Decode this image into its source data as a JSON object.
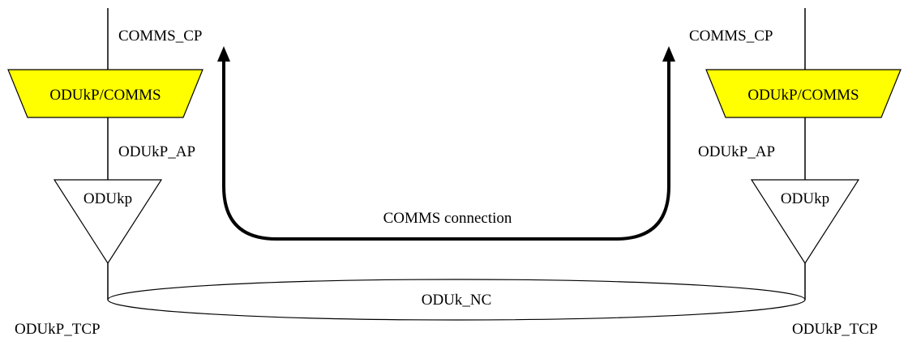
{
  "left_stack": {
    "upper_label": "COMMS_CP",
    "adaptation_label": "ODUkP/COMMS",
    "middle_label": "ODUkP_AP",
    "termination_label": "ODUkp",
    "lower_label": "ODUkP_TCP"
  },
  "right_stack": {
    "upper_label": "COMMS_CP",
    "adaptation_label": "ODUkP/COMMS",
    "middle_label": "ODUkP_AP",
    "termination_label": "ODUkp",
    "lower_label": "ODUkP_TCP"
  },
  "connection": {
    "label": "COMMS connection"
  },
  "network_connection": {
    "label": "ODUk_NC"
  },
  "colors": {
    "adaptation_fill": "#ffff00",
    "line": "#000000",
    "background": "#ffffff"
  }
}
